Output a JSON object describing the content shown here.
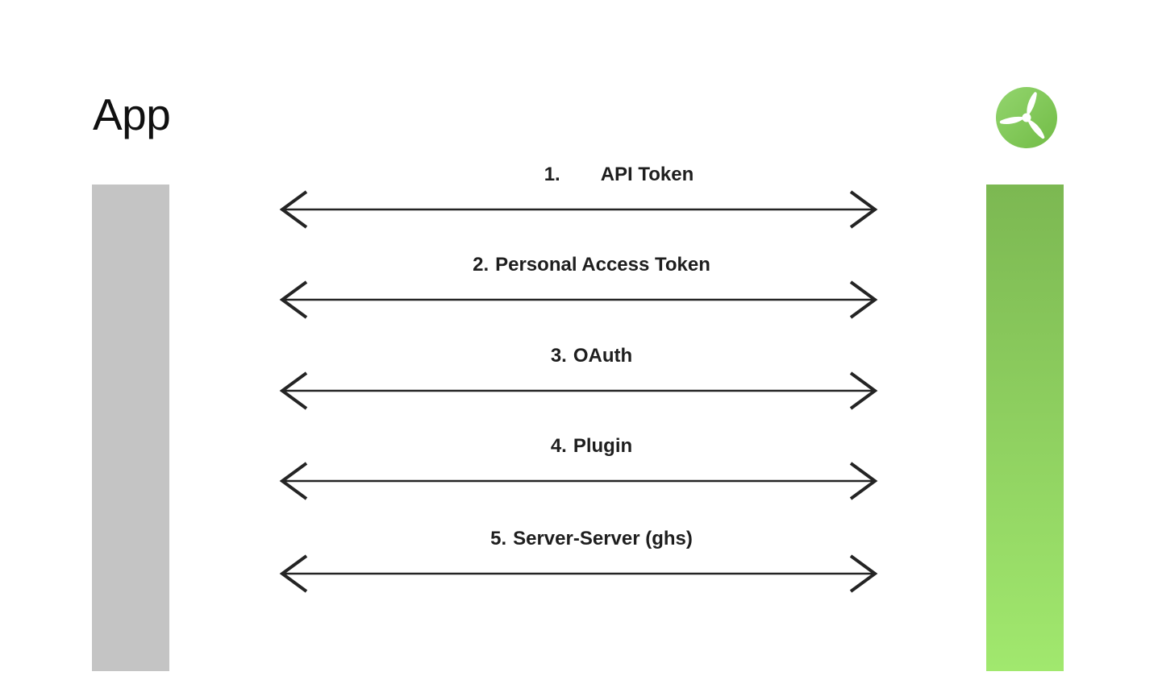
{
  "title": "App",
  "logo": {
    "icon": "wind-turbine-icon",
    "blade_color": "#FFFFFF"
  },
  "colors": {
    "app_bar": "#C4C4C4",
    "svc_top": "#7CB852",
    "svc_bottom": "#A1E86E",
    "arrow": "#242424",
    "label": "#1E1E1E",
    "logo_top": "#93D56E",
    "logo_bottom": "#72BC46"
  },
  "methods": [
    {
      "number": "1.",
      "text": "API Token"
    },
    {
      "number": "2.",
      "text": "Personal Access Token"
    },
    {
      "number": "3.",
      "text": "OAuth"
    },
    {
      "number": "4.",
      "text": "Plugin"
    },
    {
      "number": "5.",
      "text": "Server-Server (ghs)"
    }
  ]
}
